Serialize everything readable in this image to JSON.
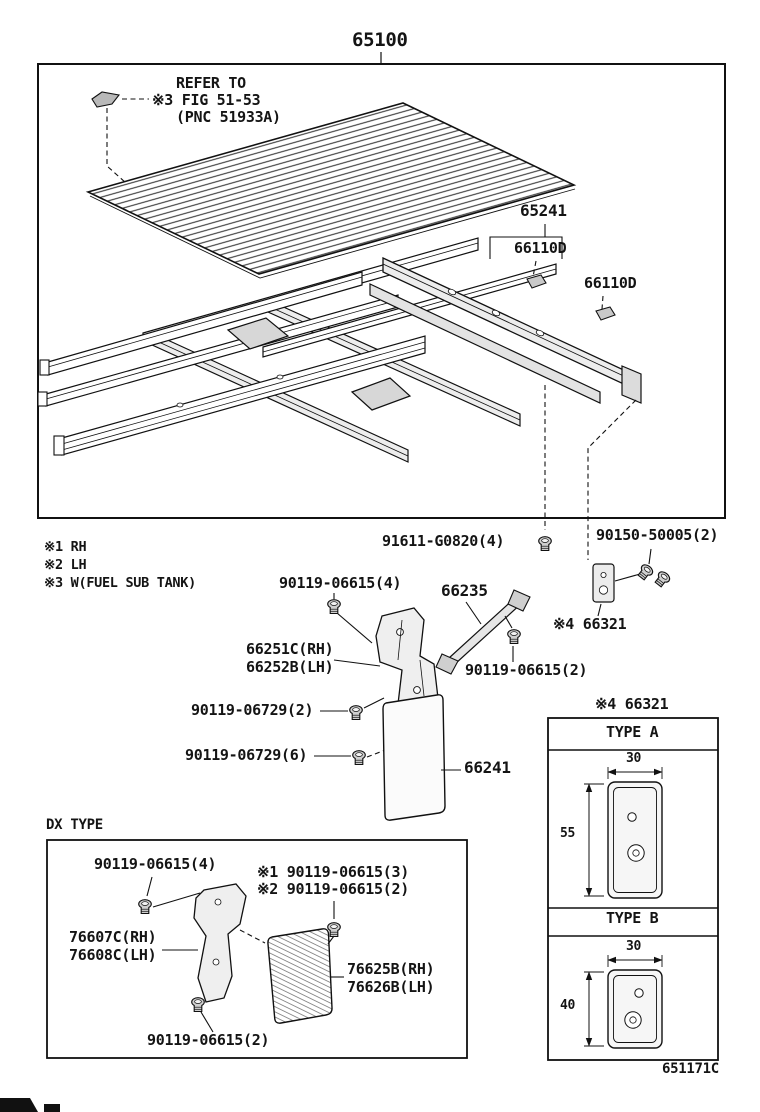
{
  "doc": {
    "number": "651171C"
  },
  "colors": {
    "line": "#111111",
    "background": "#ffffff"
  },
  "main_assembly": {
    "part_no": "65100",
    "refer_note": {
      "line1": "REFER TO",
      "line2": "※3 FIG 51-53",
      "line3": "(PNC 51933A)"
    },
    "labels": {
      "cross_sill": "65241",
      "bracket_1": "66110D",
      "bracket_2": "66110D"
    }
  },
  "legend": {
    "items": [
      "※1 RH",
      "※2 LH",
      "※3 W(FUEL SUB TANK)"
    ]
  },
  "fasteners": {
    "rivet": "91611-G0820(4)",
    "screw": "90150-50005(2)",
    "bolt_4": "90119-06615(4)",
    "bolt_2": "90119-06615(2)",
    "bolt_6729_2": "90119-06729(2)",
    "bolt_6729_6": "90119-06729(6)"
  },
  "parts": {
    "brace": "66235",
    "bracket_rh": "66251C(RH)",
    "bracket_lh": "66252B(LH)",
    "mudguard": "66241",
    "plate_note": "※4 66321"
  },
  "plate_panel": {
    "title": "※4 66321",
    "type_a": {
      "label": "TYPE A",
      "width": "30",
      "height": "55"
    },
    "type_b": {
      "label": "TYPE B",
      "width": "30",
      "height": "40"
    }
  },
  "dx_section": {
    "title": "DX TYPE",
    "bolt_top": "90119-06615(4)",
    "note_1": "※1 90119-06615(3)",
    "note_2": "※2 90119-06615(2)",
    "bracket_rh": "76607C(RH)",
    "bracket_lh": "76608C(LH)",
    "flap_rh": "76625B(RH)",
    "flap_lh": "76626B(LH)",
    "bolt_bottom": "90119-06615(2)"
  }
}
